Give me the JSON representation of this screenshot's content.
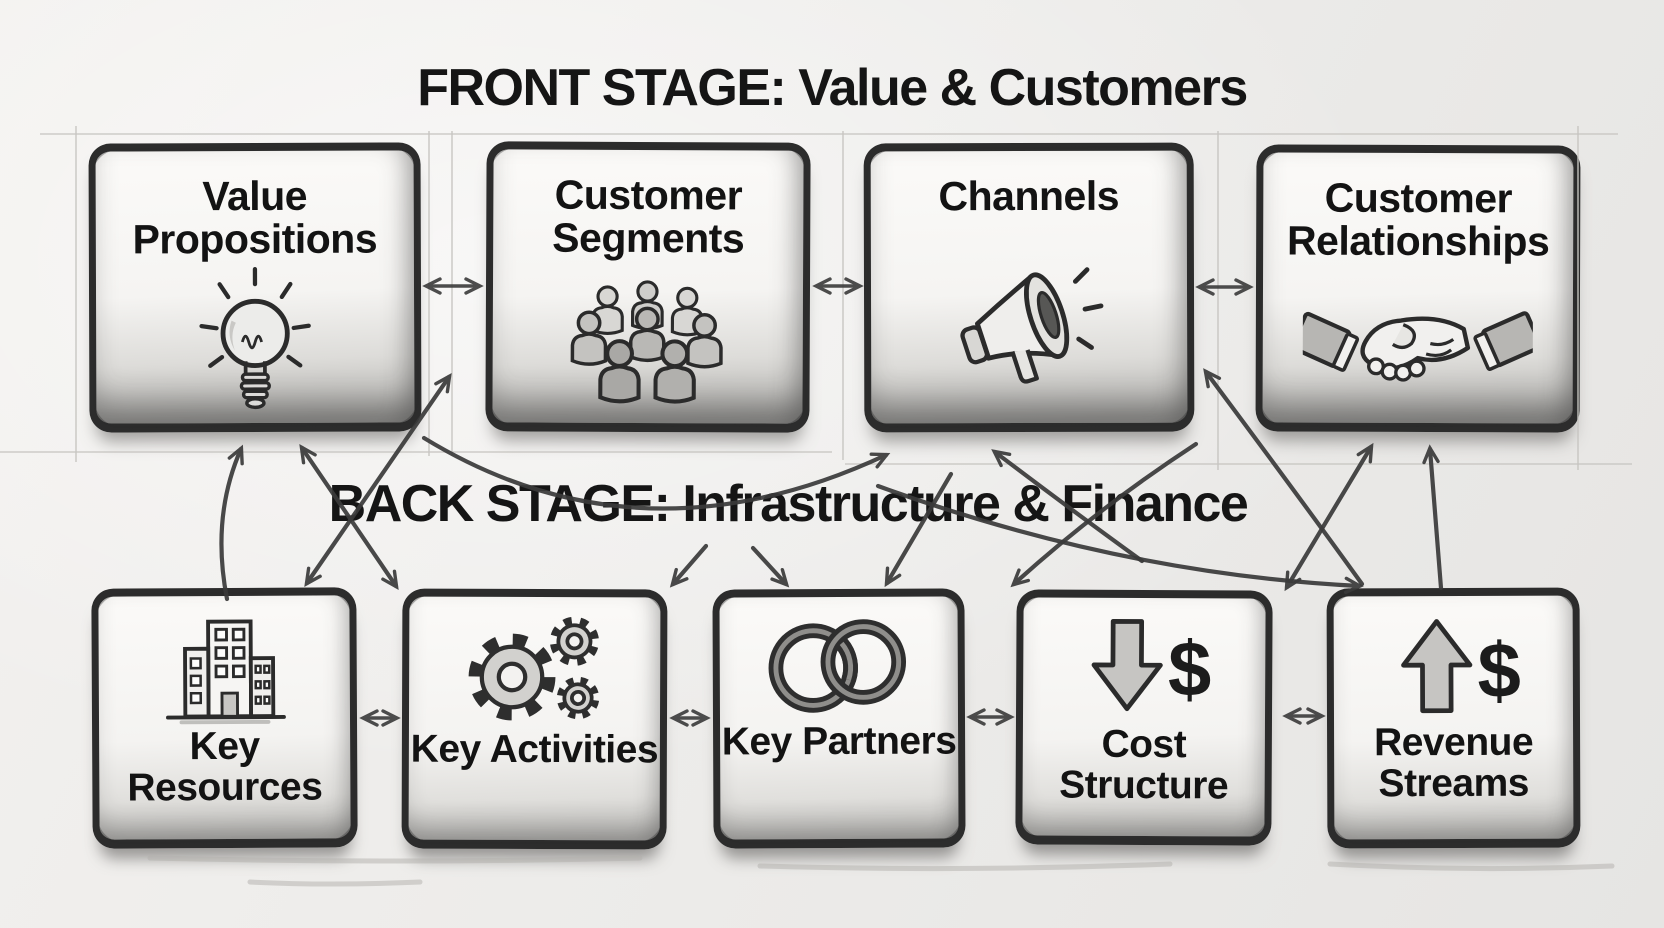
{
  "titles": {
    "front": "FRONT STAGE: Value & Customers",
    "back": "BACK STAGE: Infrastructure & Finance"
  },
  "front_stage_boxes": [
    {
      "id": "value-propositions",
      "label": "Value Propositions",
      "icon": "lightbulb-icon"
    },
    {
      "id": "customer-segments",
      "label": "Customer Segments",
      "icon": "people-group-icon"
    },
    {
      "id": "channels",
      "label": "Channels",
      "icon": "megaphone-icon"
    },
    {
      "id": "customer-relationships",
      "label": "Customer Relationships",
      "icon": "handshake-icon"
    }
  ],
  "back_stage_boxes": [
    {
      "id": "key-resources",
      "label": "Key Resources",
      "icon": "office-building-icon"
    },
    {
      "id": "key-activities",
      "label": "Key Activities",
      "icon": "gears-icon"
    },
    {
      "id": "key-partners",
      "label": "Key Partners",
      "icon": "interlocking-rings-icon"
    },
    {
      "id": "cost-structure",
      "label": "Cost Structure",
      "icon": "down-arrow-dollar-icon"
    },
    {
      "id": "revenue-streams",
      "label": "Revenue Streams",
      "icon": "up-arrow-dollar-icon"
    }
  ],
  "icon_glyphs": {
    "dollar": "$"
  },
  "connections": [
    {
      "from": "value-propositions",
      "to": "customer-segments",
      "type": "double-headed-horizontal"
    },
    {
      "from": "customer-segments",
      "to": "channels",
      "type": "double-headed-horizontal"
    },
    {
      "from": "channels",
      "to": "customer-relationships",
      "type": "double-headed-horizontal"
    },
    {
      "from": "key-resources",
      "to": "key-activities",
      "type": "double-headed-horizontal"
    },
    {
      "from": "key-activities",
      "to": "key-partners",
      "type": "double-headed-horizontal"
    },
    {
      "from": "key-partners",
      "to": "cost-structure",
      "type": "double-headed-horizontal"
    },
    {
      "from": "cost-structure",
      "to": "revenue-streams",
      "type": "double-headed-horizontal"
    },
    {
      "from": "key-resources",
      "to": "value-propositions",
      "type": "curved-up"
    },
    {
      "from": "key-activities",
      "to": "value-propositions",
      "type": "double-headed-diagonal"
    },
    {
      "from": "key-resources",
      "to": "customer-segments",
      "type": "double-headed-diagonal"
    },
    {
      "from": "value-propositions",
      "to": "channels",
      "type": "curved-sweep"
    },
    {
      "from": "back-stage-area",
      "to": "key-activities",
      "type": "curved-down"
    },
    {
      "from": "back-stage-area",
      "to": "key-partners",
      "type": "curved-down"
    },
    {
      "from": "channels",
      "to": "key-partners",
      "type": "curved-down"
    },
    {
      "from": "cost-structure",
      "to": "channels",
      "type": "curved-up"
    },
    {
      "from": "channels-gap",
      "to": "cost-structure",
      "type": "curved-down"
    },
    {
      "from": "revenue-streams",
      "to": "front-stage-gap",
      "type": "curved-up"
    },
    {
      "from": "cost-structure",
      "to": "customer-relationships",
      "type": "double-headed-diagonal"
    },
    {
      "from": "revenue-streams",
      "to": "customer-relationships",
      "type": "curved-up"
    },
    {
      "from": "channels",
      "to": "revenue-streams",
      "type": "curved-sweep"
    }
  ],
  "colors": {
    "paper": "#edecea",
    "box_fill": "#f7f6f4",
    "ink": "#2c2c2c",
    "text": "#151515",
    "pencil_shading": "#a9a8a5",
    "guide_line": "#c7c5c1"
  },
  "style_note": "hand-drawn pencil sketch business model canvas"
}
